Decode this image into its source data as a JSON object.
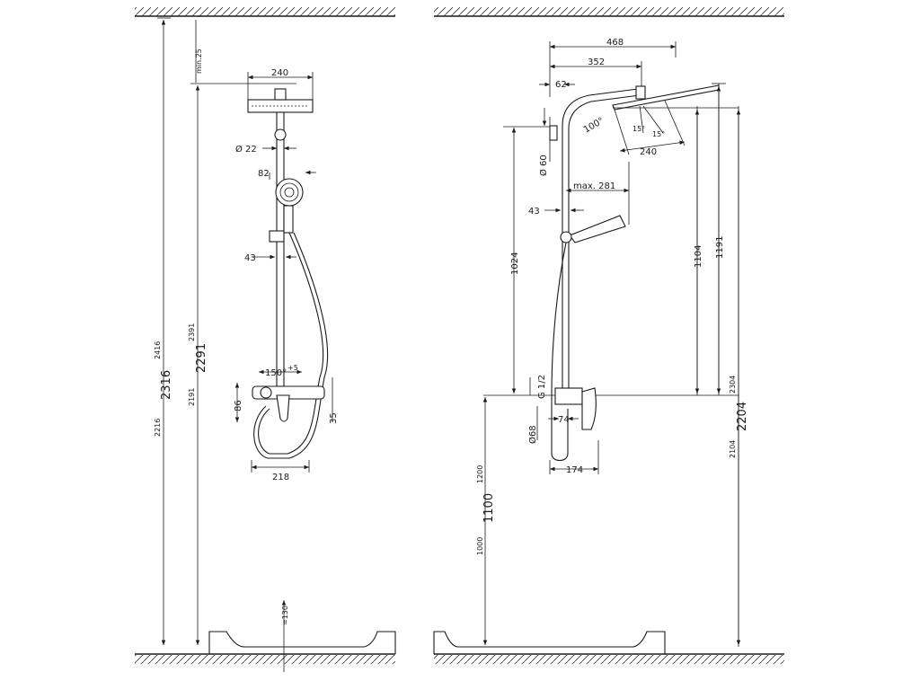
{
  "front_view": {
    "heights": {
      "h2216": "2216",
      "h2316": "2316",
      "h2416": "2416",
      "h2191": "2191",
      "h2291": "2291",
      "h2391": "2391"
    },
    "min25": "min.25",
    "head_width": "240",
    "dia22": "Ø 22",
    "d82": "82",
    "d43": "43",
    "angle150": "150°",
    "angle_sup": "+5",
    "d86": "86",
    "d35": "35",
    "d218": "218",
    "floor130": "≈130"
  },
  "side_view": {
    "d468": "468",
    "d352": "352",
    "d62": "62",
    "angle100": "100°",
    "a15a": "15°",
    "a15b": "15°",
    "d240": "240",
    "dia60": "Ø 60",
    "max281": "max. 281",
    "d43": "43",
    "d1024": "1024",
    "d1104": "1104",
    "d1191": "1191",
    "g12": "G 1/2",
    "dia68": "Ø68",
    "d74": "74",
    "d174": "174",
    "h1000": "1000",
    "h1100": "1100",
    "h1200": "1200",
    "h2104": "2104",
    "h2204": "2204",
    "h2304": "2304"
  }
}
